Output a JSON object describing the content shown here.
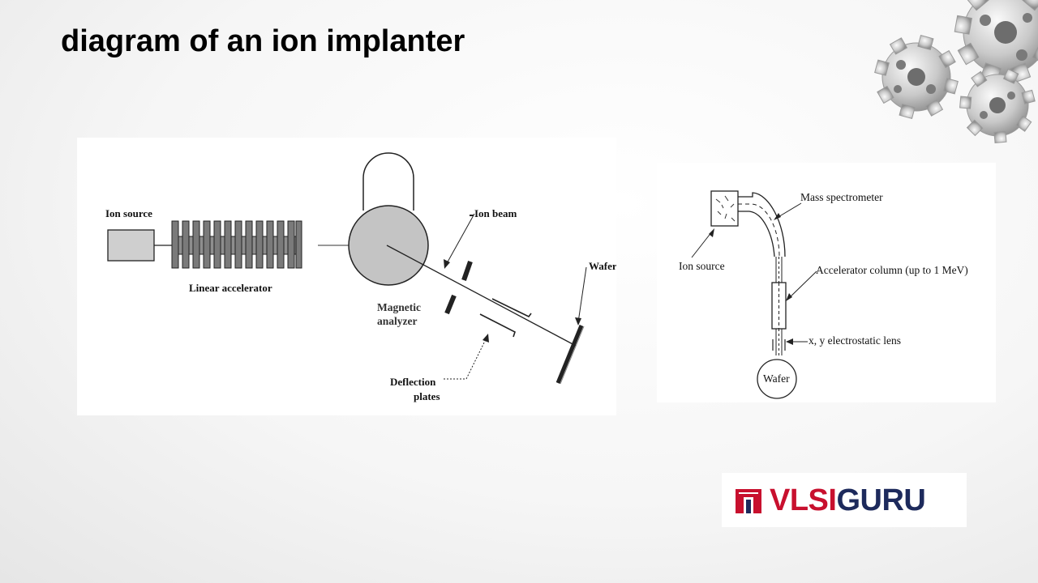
{
  "slide": {
    "title": "diagram of an ion implanter"
  },
  "decoration": {
    "corner_art": "gears-icon"
  },
  "diagram_left": {
    "labels": {
      "ion_source": "Ion source",
      "linear_accelerator": "Linear accelerator",
      "ion_beam": "Ion beam",
      "magnetic_analyzer_line1": "Magnetic",
      "magnetic_analyzer_line2": "analyzer",
      "wafer": "Wafer",
      "deflection_line1": "Deflection",
      "deflection_line2": "plates"
    }
  },
  "diagram_right": {
    "labels": {
      "mass_spectrometer": "Mass spectrometer",
      "ion_source": "Ion source",
      "accelerator_column": "Accelerator column (up to 1 MeV)",
      "lens": "x, y electrostatic lens",
      "wafer": "Wafer"
    }
  },
  "logo": {
    "part1": "VLSI",
    "part2": "GURU",
    "colors": {
      "red": "#c8102e",
      "navy": "#1d2a5c"
    }
  }
}
